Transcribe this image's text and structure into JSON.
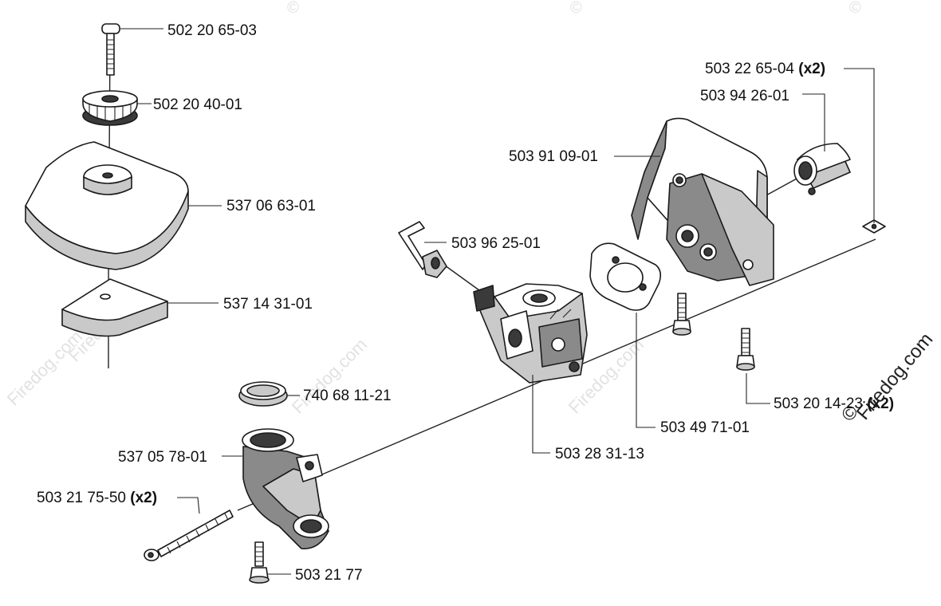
{
  "watermark": {
    "text": "Firedog.com",
    "symbol": "©"
  },
  "parts": [
    {
      "id": "p1",
      "number": "502 20 65-03",
      "qty": ""
    },
    {
      "id": "p2",
      "number": "502 20 40-01",
      "qty": ""
    },
    {
      "id": "p3",
      "number": "537 06 63-01",
      "qty": ""
    },
    {
      "id": "p4",
      "number": "537 14 31-01",
      "qty": ""
    },
    {
      "id": "p5",
      "number": "740 68 11-21",
      "qty": ""
    },
    {
      "id": "p6",
      "number": "537 05 78-01",
      "qty": ""
    },
    {
      "id": "p7",
      "number": "503 21 75-50",
      "qty": "(x2)"
    },
    {
      "id": "p8",
      "number": "503 21 77",
      "qty": ""
    },
    {
      "id": "p9",
      "number": "503 96 25-01",
      "qty": ""
    },
    {
      "id": "p10",
      "number": "503 28 31-13",
      "qty": ""
    },
    {
      "id": "p11",
      "number": "503 49 71-01",
      "qty": ""
    },
    {
      "id": "p12",
      "number": "503 91 09-01",
      "qty": ""
    },
    {
      "id": "p13",
      "number": "503 22 65-04",
      "qty": "(x2)"
    },
    {
      "id": "p14",
      "number": "503 94 26-01",
      "qty": ""
    },
    {
      "id": "p15",
      "number": "503 20 14-23",
      "qty": "(x2)"
    }
  ]
}
